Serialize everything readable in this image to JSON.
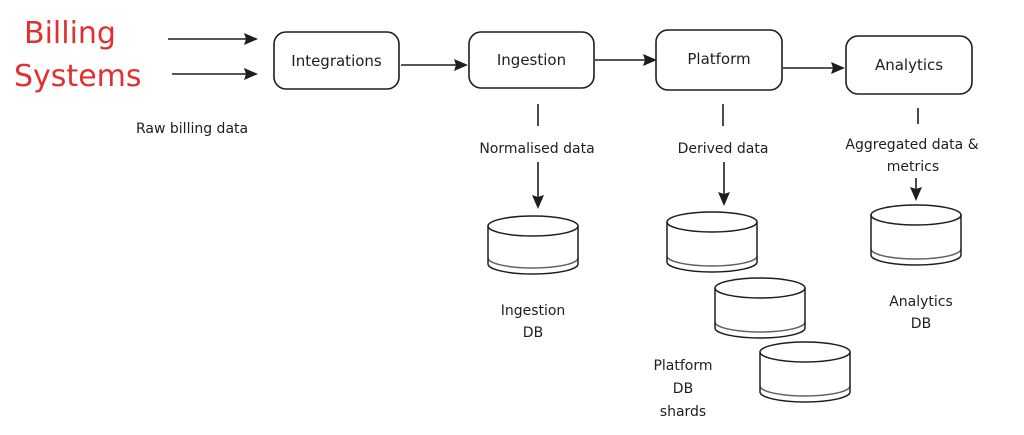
{
  "title": {
    "line1": "Billing",
    "line2": "Systems",
    "color": "#e03131"
  },
  "nodes": {
    "integrations": "Integrations",
    "ingestion": "Ingestion",
    "platform": "Platform",
    "analytics": "Analytics"
  },
  "labels": {
    "raw": "Raw billing data",
    "normalised": "Normalised data",
    "derived": "Derived data",
    "aggregated_line1": "Aggregated data &",
    "aggregated_line2": "metrics"
  },
  "databases": {
    "ingestion_line1": "Ingestion",
    "ingestion_line2": "DB",
    "platform_line1": "Platform",
    "platform_line2": "DB",
    "platform_line3": "shards",
    "analytics_line1": "Analytics",
    "analytics_line2": "DB"
  },
  "colors": {
    "stroke": "#1e1e1e",
    "background": "#ffffff"
  }
}
